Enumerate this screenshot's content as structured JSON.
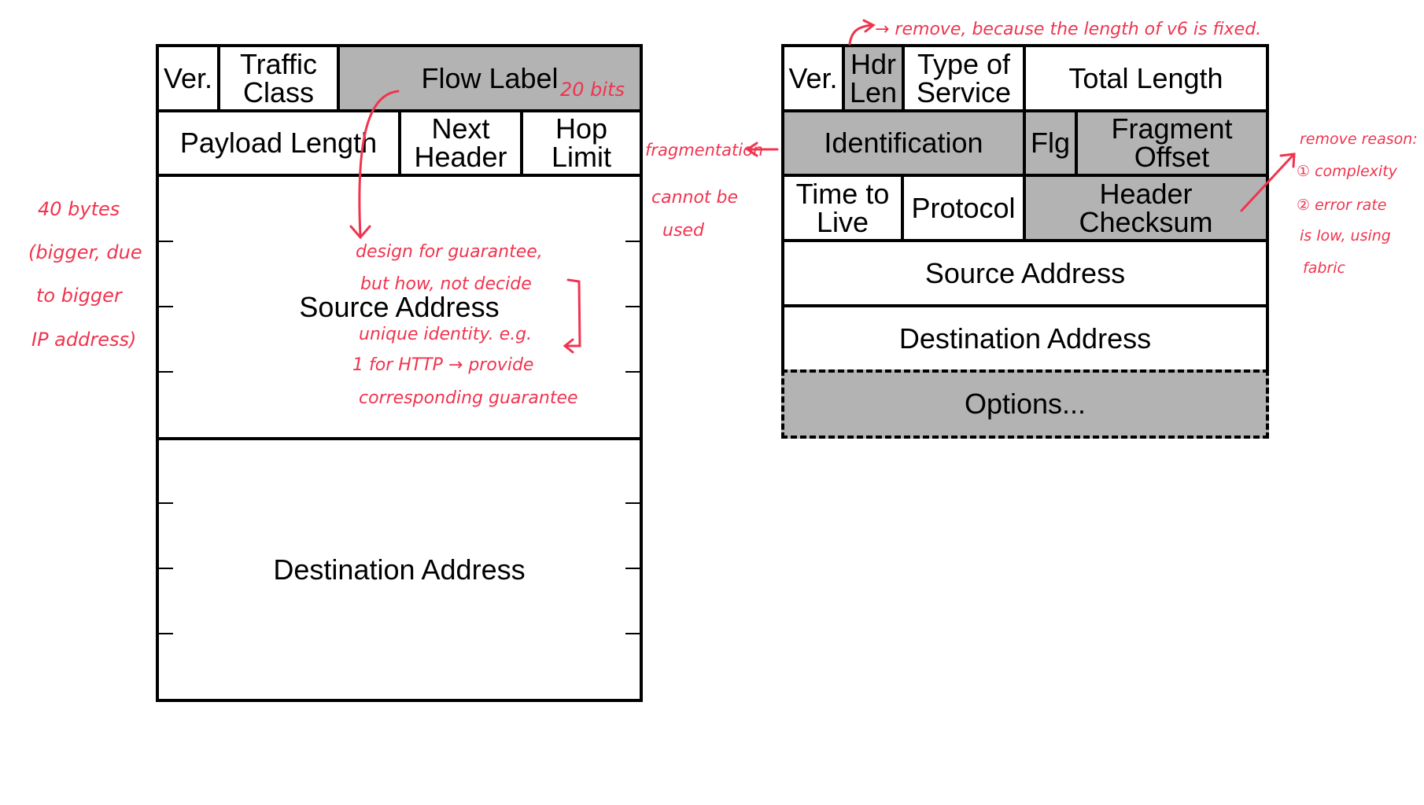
{
  "ipv6_header": {
    "version": "Ver.",
    "traffic_class": "Traffic\nClass",
    "flow_label": "Flow Label",
    "payload_length": "Payload Length",
    "next_header": "Next\nHeader",
    "hop_limit": "Hop\nLimit",
    "source_address": "Source Address",
    "destination_address": "Destination Address"
  },
  "ipv4_header": {
    "version": "Ver.",
    "hdr_len": "Hdr\nLen",
    "type_of_service": "Type of\nService",
    "total_length": "Total Length",
    "identification": "Identification",
    "flags": "Flg",
    "fragment_offset": "Fragment\nOffset",
    "time_to_live": "Time to\nLive",
    "protocol": "Protocol",
    "header_checksum": "Header\nChecksum",
    "source_address": "Source Address",
    "destination_address": "Destination Address",
    "options": "Options..."
  },
  "annotations": {
    "size_note": [
      "40 bytes",
      "(bigger, due",
      "to bigger",
      "IP address)"
    ],
    "flow_label_bits": "20 bits",
    "flow_label_note": [
      "design for guarantee,",
      "but how, not decide",
      "unique identity. e.g.",
      "1 for HTTP → provide",
      "corresponding guarantee"
    ],
    "fragmentation_note": [
      "fragmentation",
      "cannot be",
      "used"
    ],
    "hdr_len_note": "→ remove, because the length of v6 is fixed.",
    "checksum_note": [
      "remove reason:",
      "① complexity",
      "② error rate",
      "is low, using",
      "fabric"
    ]
  },
  "colors": {
    "removed_field": "#b3b3b3",
    "annotation_ink": "#f0344f"
  }
}
